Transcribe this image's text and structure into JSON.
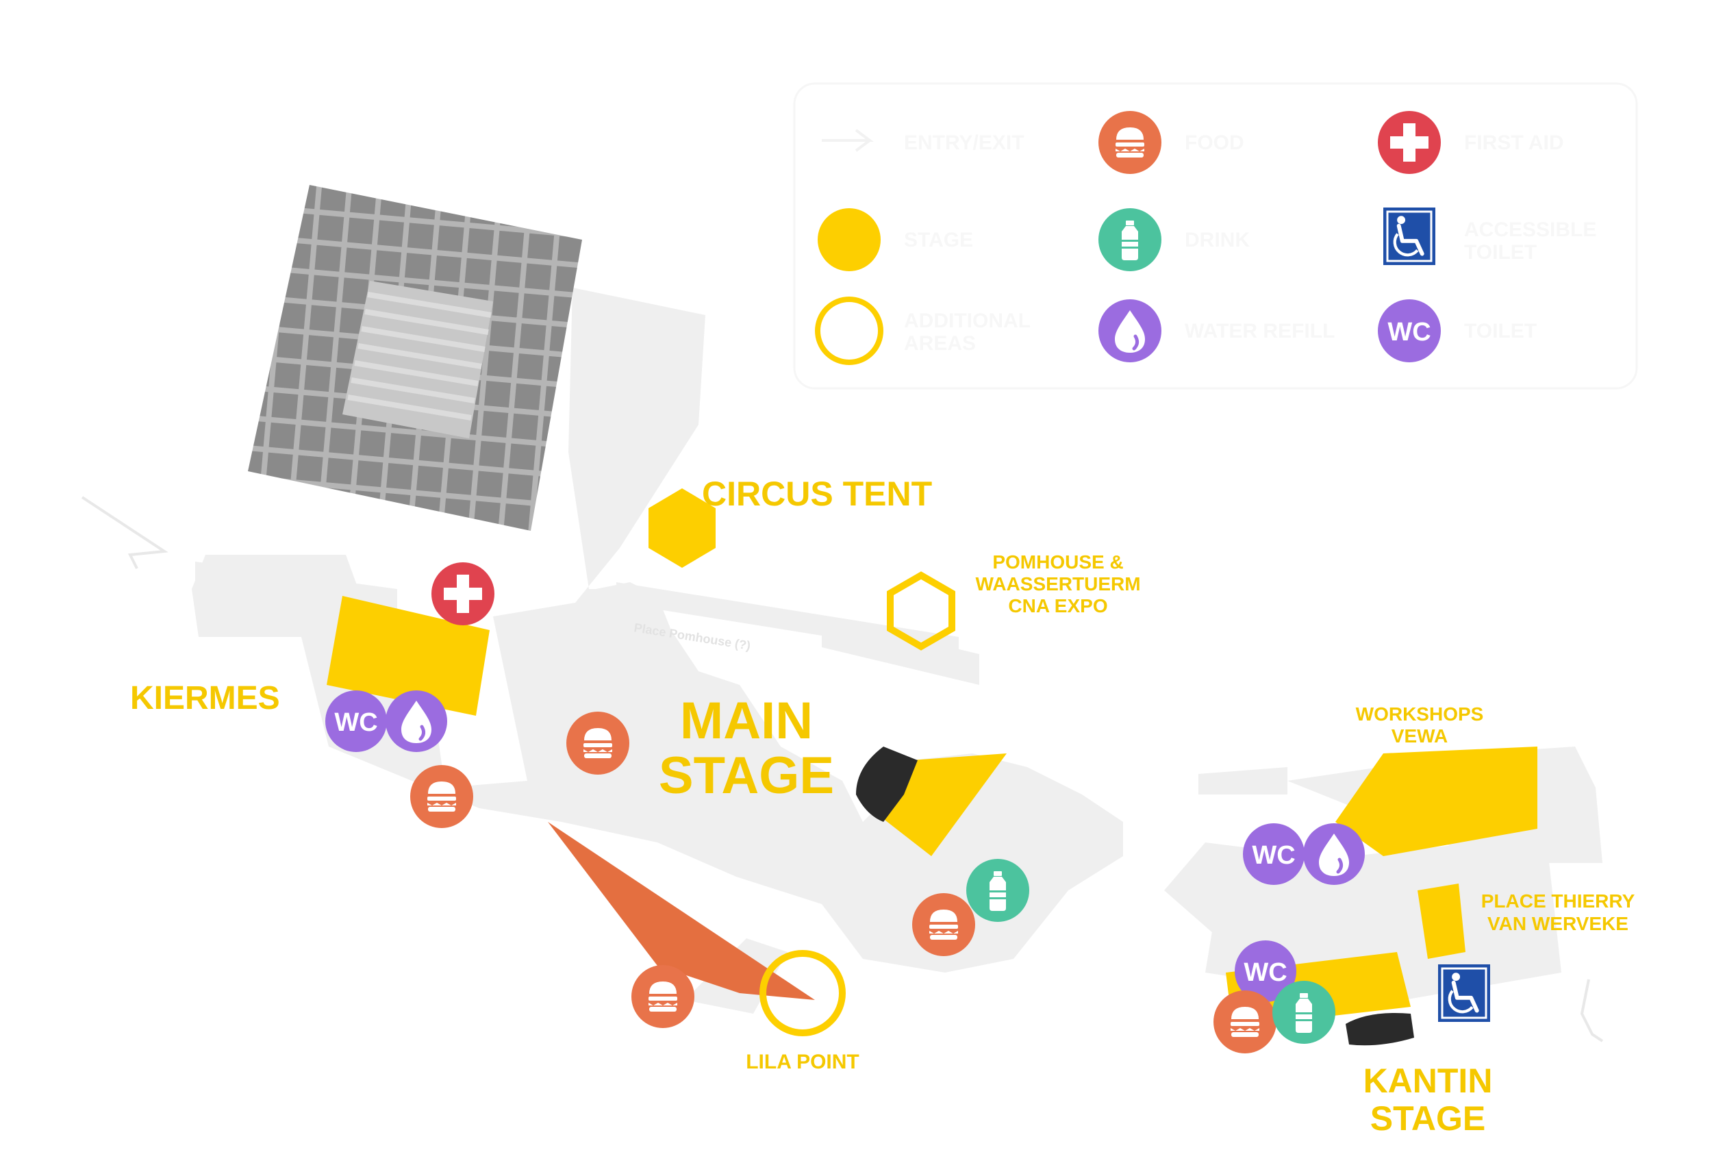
{
  "map": {
    "colors": {
      "path": "#efefef",
      "stage": "#fdcf00",
      "food": "#e8734a",
      "drink": "#4cc39e",
      "first_aid": "#e0434f",
      "toilet": "#9b6ce0",
      "accessible": "#1f4fa8",
      "building": "#8c8c8c",
      "lila_area": "#e46f40"
    },
    "labels": {
      "circus_tent": "CIRCUS TENT",
      "pomhouse_1": "POMHOUSE &",
      "pomhouse_2": "WAASSERTUERM",
      "pomhouse_3": "CNA EXPO",
      "kiermes": "KIERMES",
      "main_stage_1": "MAIN",
      "main_stage_2": "STAGE",
      "workshops_1": "WORKSHOPS",
      "workshops_2": "VEWA",
      "place_1": "PLACE THIERRY",
      "place_2": "VAN WERVEKE",
      "kantin_1": "KANTIN",
      "kantin_2": "STAGE",
      "lila_point": "LILA POINT",
      "street": "Place Pomhouse (?)"
    },
    "icons": {
      "toilet_text": "WC"
    }
  },
  "legend": {
    "entry": "ENTRY/EXIT",
    "food": "FOOD",
    "first_aid": "FIRST AID",
    "stage": "STAGE",
    "drink": "DRINK",
    "accessible_1": "ACCESSIBLE",
    "accessible_2": "TOILET",
    "additional_1": "ADDITIONAL",
    "additional_2": "AREAS",
    "water_refill": "WATER REFILL",
    "toilet": "TOILET"
  }
}
